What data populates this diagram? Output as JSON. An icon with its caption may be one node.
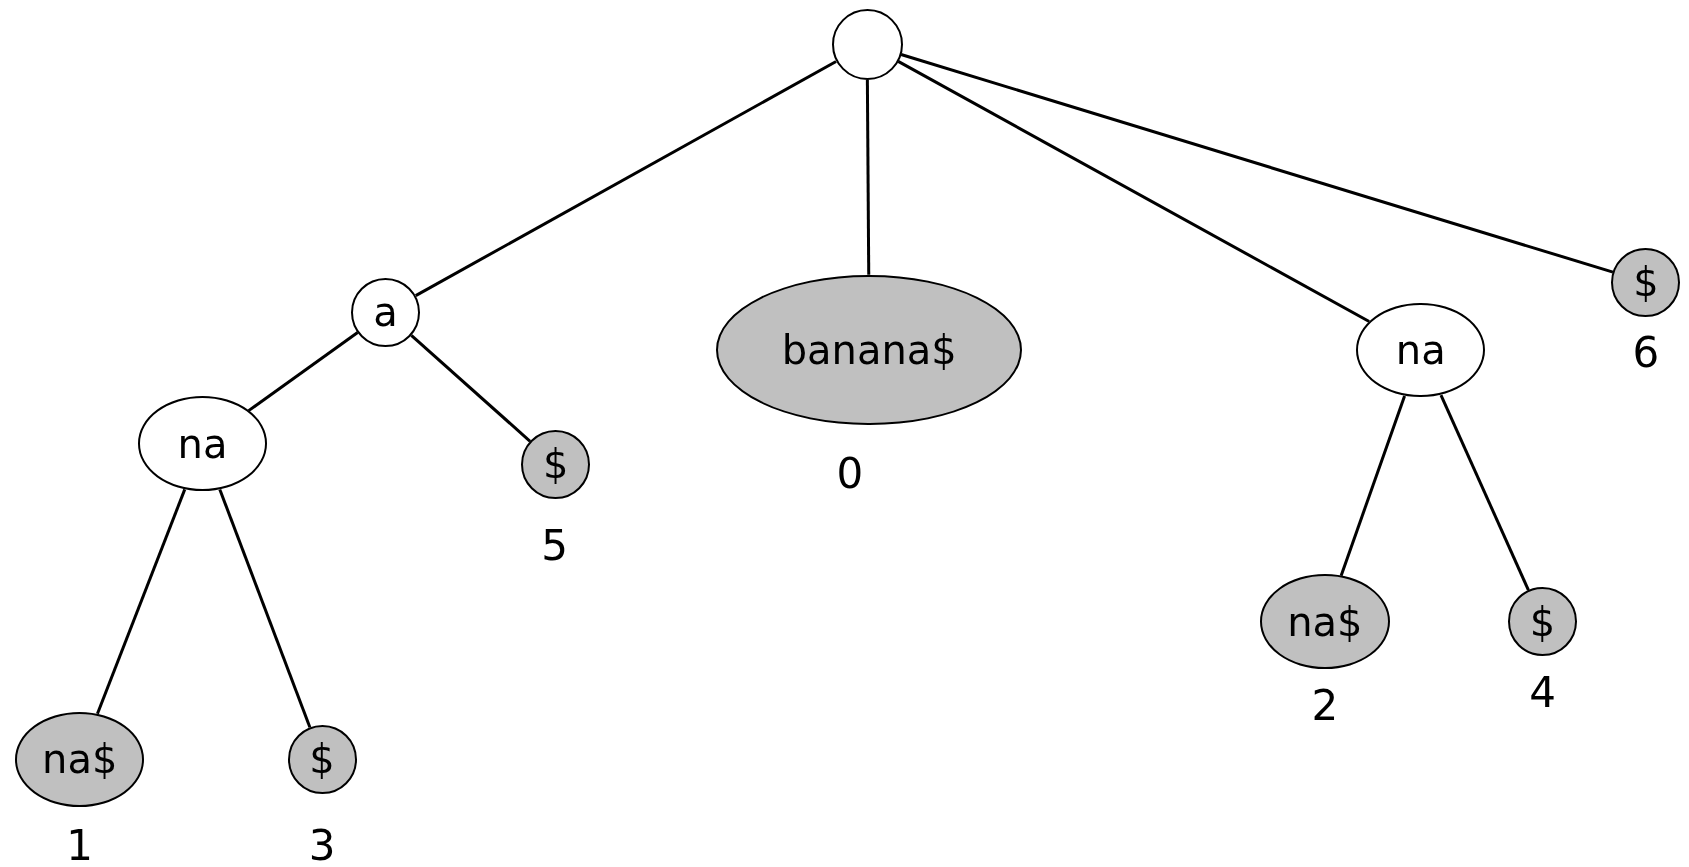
{
  "diagram": {
    "nodes": [
      {
        "text": [],
        "shape": "circle"
      },
      {
        "text": [
          "a"
        ]
      },
      {
        "text": [
          "banana$"
        ],
        "beside": [
          "0"
        ]
      },
      {
        "text": [
          "na"
        ]
      },
      {
        "text": [
          "$"
        ],
        "beside": [
          "6"
        ]
      },
      {
        "text": [
          "na"
        ]
      },
      {
        "text": [
          "$"
        ],
        "beside": [
          "5"
        ]
      },
      {
        "text": [
          "na$"
        ],
        "beside": [
          "2"
        ]
      },
      {
        "text": [
          "$"
        ],
        "beside": [
          "4"
        ]
      },
      {
        "text": [
          "na$"
        ],
        "beside": [
          "1"
        ]
      },
      {
        "text": [
          "$"
        ],
        "beside": [
          "3"
        ]
      }
    ],
    "edges": [
      {
        "from": 0,
        "to": 1,
        "arrow": "none"
      },
      {
        "from": 0,
        "to": 2,
        "arrow": "none"
      },
      {
        "from": 0,
        "to": 3,
        "arrow": "none"
      },
      {
        "from": 0,
        "to": 4,
        "arrow": "none"
      },
      {
        "from": 1,
        "to": 5,
        "arrow": "none"
      },
      {
        "from": 1,
        "to": 6,
        "arrow": "none"
      },
      {
        "from": 3,
        "to": 7,
        "arrow": "none"
      },
      {
        "from": 3,
        "to": 8,
        "arrow": "none"
      },
      {
        "from": 5,
        "to": 9,
        "arrow": "none"
      },
      {
        "from": 5,
        "to": 10,
        "arrow": "none"
      }
    ]
  }
}
